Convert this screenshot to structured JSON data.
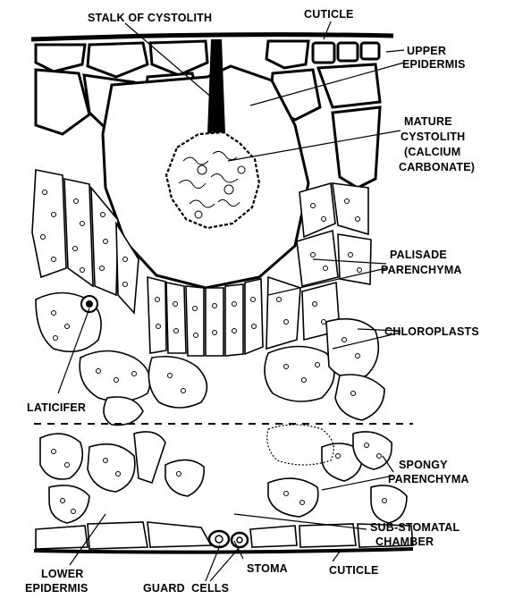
{
  "labels": {
    "stalk_of_cystolith": "STALK OF CYSTOLITH",
    "cuticle_top": "CUTICLE",
    "upper_epidermis_1": "UPPER",
    "upper_epidermis_2": "EPIDERMIS",
    "mature_cystolith_1": "MATURE",
    "mature_cystolith_2": "CYSTOLITH",
    "mature_cystolith_3": "(CALCIUM",
    "mature_cystolith_4": "CARBONATE)",
    "palisade_1": "PALISADE",
    "palisade_2": "PARENCHYMA",
    "chloroplasts": "CHLOROPLASTS",
    "laticifer": "LATICIFER",
    "spongy_1": "SPONGY",
    "spongy_2": "PARENCHYMA",
    "substomatal_1": "SUB-STOMATAL",
    "substomatal_2": "CHAMBER",
    "stoma": "STOMA",
    "cuticle_bottom": "CUTICLE",
    "lower_epidermis_1": "LOWER",
    "lower_epidermis_2": "EPIDERMIS",
    "guard_cells": "GUARD  CELLS"
  }
}
